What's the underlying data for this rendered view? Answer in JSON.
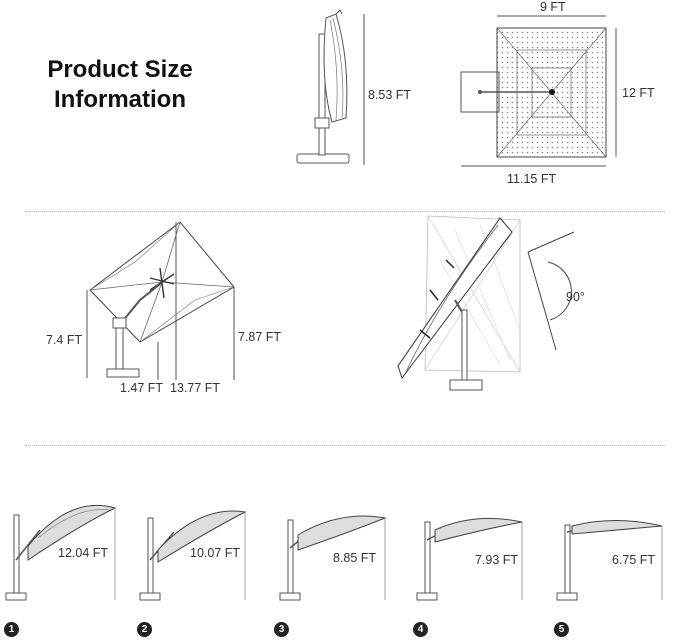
{
  "heading": {
    "line1": "Product Size",
    "line2": "Information"
  },
  "top": {
    "height_label": "8.53 FT",
    "canopy_width": "9 FT",
    "canopy_depth": "12 FT",
    "total_length": "11.15 FT"
  },
  "middle": {
    "left_height": "7.4 FT",
    "right_height": "7.87 FT",
    "base_offset": "1.47 FT",
    "span": "13.77 FT",
    "rotation": "90°"
  },
  "tilt_positions": [
    {
      "step": "1",
      "height": "12.04 FT"
    },
    {
      "step": "2",
      "height": "10.07 FT"
    },
    {
      "step": "3",
      "height": "8.85 FT"
    },
    {
      "step": "4",
      "height": "7.93 FT"
    },
    {
      "step": "5",
      "height": "6.75 FT"
    }
  ]
}
